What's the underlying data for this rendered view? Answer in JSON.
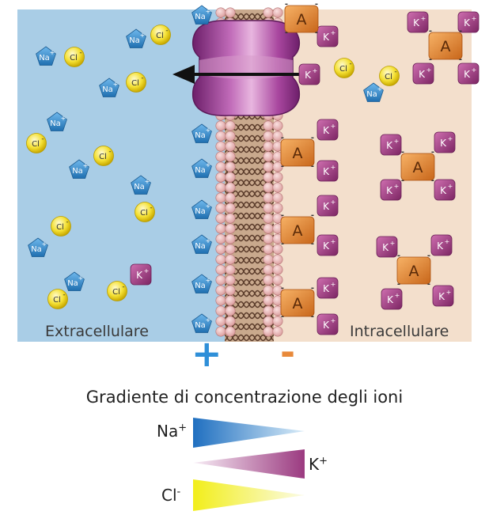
{
  "regions": {
    "extracellular": "Extracellulare",
    "intracellular": "Intracellulare"
  },
  "charges": {
    "plus": "+",
    "minus": "-"
  },
  "ion_labels": {
    "na": "Na",
    "cl": "Cl",
    "k": "K",
    "anion": "A"
  },
  "charge_marks": {
    "pos": "+",
    "neg": "-"
  },
  "gradient": {
    "title": "Gradiente di concentrazione degli ioni",
    "na_symbol": "Na",
    "na_charge": "+",
    "k_symbol": "K",
    "k_charge": "+",
    "cl_symbol": "Cl",
    "cl_charge": "-"
  },
  "colors": {
    "extracellular": "#a9cde6",
    "intracellular": "#f3dfcc",
    "na": "#2f86cc",
    "cl": "#f2dc2a",
    "k": "#a43f83",
    "anion": "#e4872f",
    "channel": "#8b2f86",
    "plus": "#2f8fd8",
    "minus": "#e8893a"
  }
}
